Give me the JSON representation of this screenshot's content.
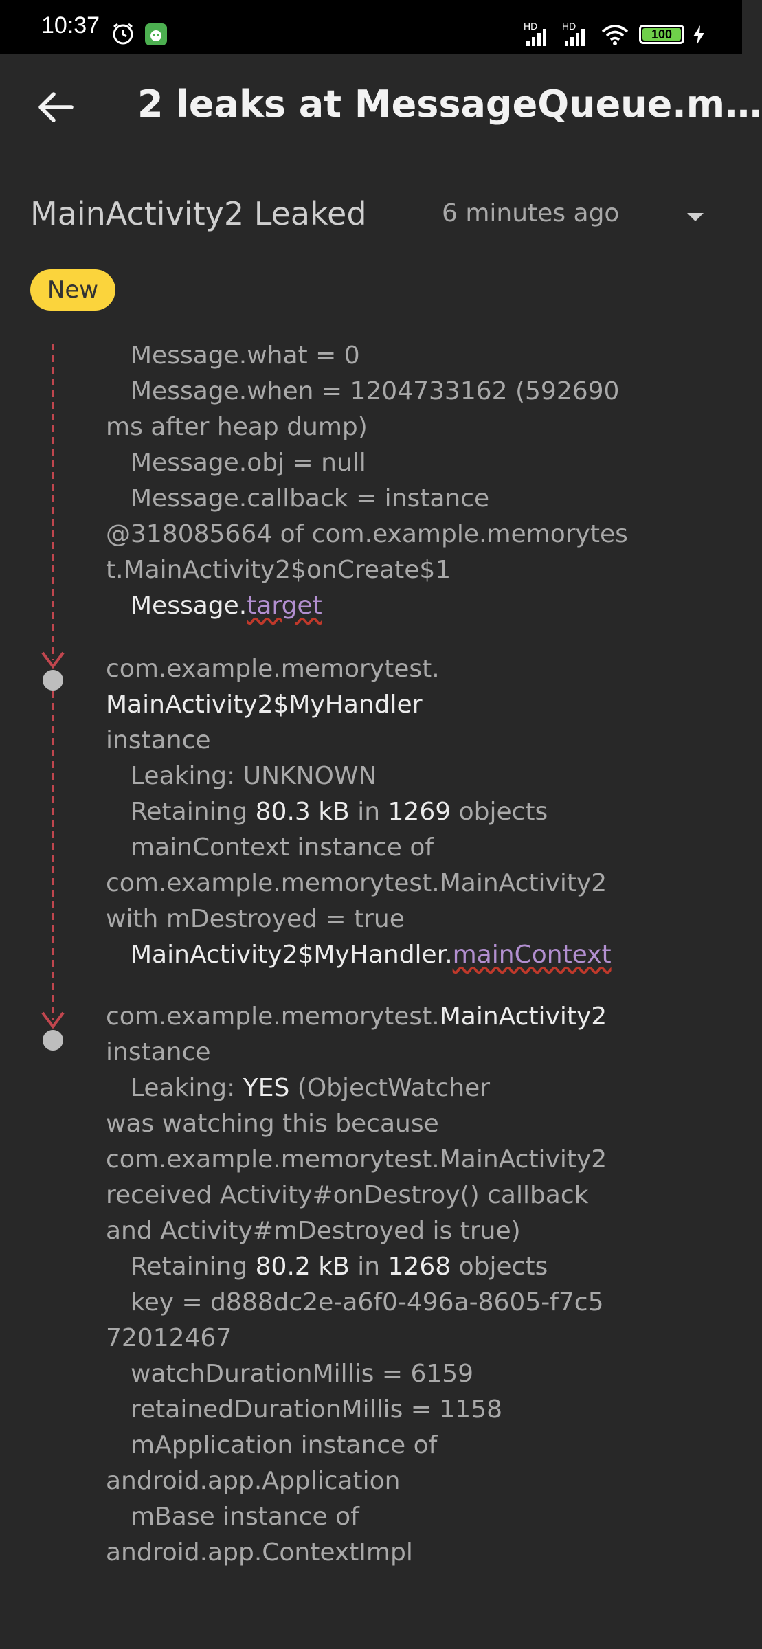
{
  "status_bar": {
    "time": "10:37",
    "battery": "100",
    "icons": [
      "alarm-icon",
      "app-notification-icon",
      "hd-signal-icon",
      "hd-signal-icon",
      "wifi-icon",
      "battery-icon",
      "charging-icon"
    ],
    "hd1": "HD",
    "hd2": "HD"
  },
  "toolbar": {
    "title": "2 leaks at MessageQueue.m…"
  },
  "leak_header": {
    "title": "MainActivity2 Leaked",
    "time_ago": "6 minutes ago",
    "badge": "New"
  },
  "trace": {
    "msg_what": "Message.what = 0",
    "msg_when_1": "Message.when = 1204733162 (592690",
    "msg_when_2": "ms after heap dump)",
    "msg_obj": "Message.obj = null",
    "msg_callback_1": "Message.callback = instance",
    "msg_callback_2": "@318085664 of com.example.memorytes",
    "msg_callback_3": "t.MainActivity2$onCreate$1",
    "ref1_class": "Message.",
    "ref1_field": "target",
    "node1_pkg": "com.example.memorytest.",
    "node1_class": "MainActivity2$MyHandler",
    "node1_kind": "instance",
    "node1_leaking": "Leaking: UNKNOWN",
    "node1_ret_a": "Retaining ",
    "node1_ret_size": "80.3 kB",
    "node1_ret_b": " in ",
    "node1_ret_count": "1269",
    "node1_ret_c": " objects",
    "node1_ctx_1": "mainContext instance of",
    "node1_ctx_2": "com.example.memorytest.MainActivity2",
    "node1_ctx_3": "with mDestroyed = true",
    "ref2_class": "MainActivity2$MyHandler.",
    "ref2_field": "mainContext",
    "node2_pkg": "com.example.memorytest.",
    "node2_class": "MainActivity2",
    "node2_kind": "instance",
    "node2_leak_a": "Leaking: ",
    "node2_leak_yes": "YES",
    "node2_leak_b": " (ObjectWatcher",
    "node2_leak_2": "was watching this because",
    "node2_leak_3": "com.example.memorytest.MainActivity2",
    "node2_leak_4": "received Activity#onDestroy() callback",
    "node2_leak_5": "and Activity#mDestroyed is true)",
    "node2_ret_a": "Retaining ",
    "node2_ret_size": "80.2 kB",
    "node2_ret_b": " in ",
    "node2_ret_count": "1268",
    "node2_ret_c": " objects",
    "node2_key_1": "key = d888dc2e-a6f0-496a-8605-f7c5",
    "node2_key_2": "72012467",
    "node2_watch": "watchDurationMillis = 6159",
    "node2_retained": "retainedDurationMillis = 1158",
    "node2_app_1": "mApplication instance of",
    "node2_app_2": "android.app.Application",
    "node2_base_1": "mBase instance of",
    "node2_base_2": "android.app.ContextImpl"
  }
}
